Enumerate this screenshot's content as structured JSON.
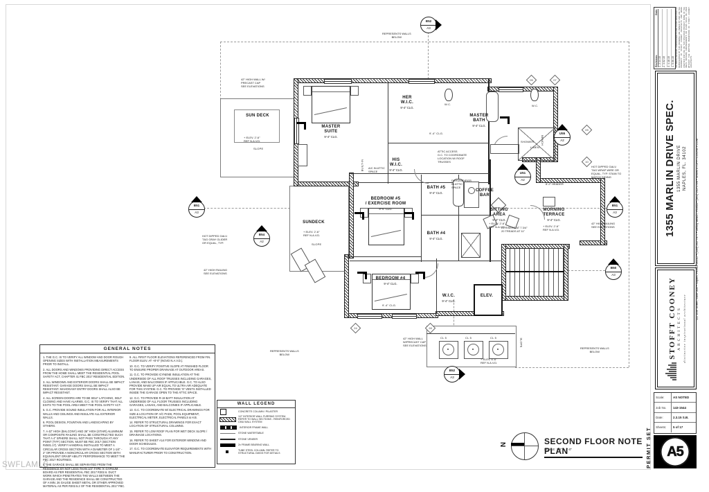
{
  "watermark": "SWFLAMLS",
  "plan": {
    "title": "SECOND FLOOR NOTE PLAN",
    "scale": "SCALE: 1/4\" = 1'-0\"",
    "north": "N"
  },
  "rooms": [
    {
      "name": "SUN DECK"
    },
    {
      "name": "MASTER\nSUITE",
      "ceiling": "9'-4\" CLG."
    },
    {
      "name": "HER\nW.I.C.",
      "ceiling": "9'-4\" CLG."
    },
    {
      "name": "MASTER\nBATH",
      "ceiling": "9'-4\" CLG."
    },
    {
      "name": "HIS\nW.I.C.",
      "ceiling": "9'-4\" CLG."
    },
    {
      "name": "BATH #5",
      "ceiling": "9'-4\" CLG."
    },
    {
      "name": "BEDROOM #5\n/ EXERCISE ROOM",
      "ceiling": "9'-4\" CLG."
    },
    {
      "name": "COFFEE\nBAR"
    },
    {
      "name": "SITTING\nAREA",
      "ceiling": "9'-4\" CLG."
    },
    {
      "name": "MORNING\nTERRACE",
      "ceiling": "9'-4\" CLG."
    },
    {
      "name": "SUNDECK"
    },
    {
      "name": "BATH #4",
      "ceiling": "9'-4\" CLG."
    },
    {
      "name": "BEDROOM #4",
      "ceiling": "9'-4\" CLG."
    },
    {
      "name": "W.I.C.",
      "ceiling": "9'-4\" CLG."
    },
    {
      "name": "ELEV."
    }
  ],
  "labels": {
    "slope": "SLOPE",
    "col": "CL 5",
    "wc": "W.C.",
    "shower": "SHOWER",
    "bench": "BENCH",
    "linen": "LINEN",
    "clg": "9'-4\" CLG.",
    "builtin": "BUILT-IN"
  },
  "annotations": [
    "REPRESENTS WALLS\nBELOW",
    "REPRESENTS WALLS\nBELOW",
    "REPRESENTS WALLS\nBELOW",
    "42\" HIGH WALL W/\nPRECAST CAP\nSEE ELEVATIONS",
    "42\" HIGH WALL\nW/PRECAST CAP\nSEE ELEVATIONS",
    "42\" HIGH RAILING\nSEE ELEVATIONS",
    "42\" HIGH RAILING\nSEE ELEVATIONS",
    "HOT DIPPED GALV.\nT&G GRAY GLIDER\nOR EQUAL, TYP.",
    "HOT DIPPED GALV.\nT&G WRAP WIRE OR\nEQUAL, TYP. STAIN TO\nMATCH SIDING",
    "ATTIC ACCESS\nG.C. TO COORDINATE\nLOCATION W/ ROOF\nTRUSSES",
    "DEHUMIDIFIER\nIN ATTIC\nSPACE",
    "A/C IN ATTIC\nSPACE",
    "+ ELEV. 2'-6\"\nREF N.A.V.D.",
    "+ ELEV. 2'-6\"\nREF N.A.V.D.",
    "+ ELEV. 2'-6\"\nREF N.A.V.D.",
    "+ ELEV. 2'-6\"\nREF N.A.V.D.",
    "+ ELEV. 6'-6\"\nREF N.A.V.D.",
    "21 RISERS AT 7 3/4\"\n20 TREADS AT 11\"",
    "8'-2\" HEADER"
  ],
  "markers": [
    {
      "top": "B52",
      "bottom": "A3"
    },
    {
      "top": "B51",
      "bottom": "A3"
    },
    {
      "top": "B54",
      "bottom": "A2"
    },
    {
      "top": "U55",
      "bottom": "A2"
    },
    {
      "top": "U51",
      "bottom": "A2"
    },
    {
      "top": "B51",
      "bottom": "A3"
    },
    {
      "top": "B50",
      "bottom": "A3"
    },
    {
      "top": "B52",
      "bottom": "A3"
    }
  ],
  "bubbles": [
    "05",
    "07",
    "09",
    "10",
    "24",
    "28"
  ],
  "general_notes": {
    "title": "GENERAL NOTES",
    "left": [
      "1. THE G.C. IS TO VERIFY ALL WINDOW AND DOOR ROUGH OPENING SIZES WITH INSTALLATION MEASUREMENTS PRIOR TO INSTALL.",
      "2. ALL DOORS AND WINDOWS PROVIDING DIRECT ACCESS FROM THE HOME SHALL MEET THE RESIDENTIAL POOL SAFETY ACT, CHAPTER 41 FBC 2017 RESIDENTIAL EDITION.",
      "3. ALL WINDOWS AND EXTERIOR DOORS SHALL BE IMPACT RESISTANT. GARAGE DOORS SHALL BE IMPACT RESISTANT. MAHOGANY ENTRY DOORS SHALL ALSO BE IMPACT RESISTANT.",
      "4. ALL SCREEN DOORS ARE TO BE SELF LATCHING, SELF CLOSING AND HAVE ALARMS. G.C. IS TO VERIFY THAT ALL EXITS TO THE POOL AREA MEET THE POOL SAFETY ACT.",
      "5. G.C. PROVIDE SOUND INSULATION FOR ALL INTERIOR WALLS AND CEILINGS AND INSULATE ALL EXTERIOR WALLS.",
      "6. POOL DESIGN, FOUNTAIN AND LANDSCAPING BY OTHERS.",
      "7. A 42\" HIGH (BALCONY) AND 36\" HIGH (STAIR) ALUMINUM OR COMPOSITE RAILING SHALL BE CONSTRUCTED SUCH THAT A 4\" SPHERE SHALL NOT PASS THROUGH AT ANY POINT (TYP.) SECTION. MUST BE FBC 2017 (SECTION R4501.17). VERIFY HANDRAIL INSTALLED TO MEET A CIRCULAR CROSS SECTION WITH A DIAMETER OF 1-1/4\" - 2\" OR PROVIDE A NONCIRCULAR CROSS SECTION WITH EQUIVALENT GRASP ABILITY PERFORMANCE TO MEET THE FBC 2017 ROUTINES.",
      "8. THE GARAGE SHALL BE SEPARATED FROM THE RESIDENCE BY NOT LESS THAN 1/2\" TYPE 'X' GYPSUM BOARD AS PER RESIDENTIAL FBC 2017 R302.6. DUCT WORK WHICH PENETRATES THE WALLS BETWEEN THE GARAGE AND THE RESIDENCE SHALL BE CONSTRUCTED OF A MIN. 26 GAUGE SHEET METAL OR OTHER APPROVED MATERIAL AS PER R302.5.2 OF THE RESIDENTIAL 2017 FBC."
    ],
    "right": [
      "9. ALL FIRST FLOOR ELEVATIONS REFERENCED FROM FIN. FLOOR ELEV. AT +8'-0\" (NGVD N.A.V.D.).",
      "10. G.C. TO VERIFY POSITIVE SLOPE AT FINISHED FLOOR TO ENSURE PROPER DRAINAGE AT OUTDOOR AREAS.",
      "11. G.C. TO PROVIDE ICYNENE INSULATION AT THE UNDERSIDE OF ALL ROOF TRUSSES INCLUDING GARAGES, LANAIS, AND BALCONIES IF APPLICABLE. G.C. TO ALSO PROVIDE MAKE UP AIR EQUAL TO ULTRA AIR ADEQUATE FOR THIS SYSTEM. G.C. TO PROVIDE 'O' VENTS INSTALLED INSIDE THE GARAGE OPEN TO THE ATTIC SPACE.",
      "12. G.C. TO PROVIDE R-19 BATT INSULATION AT UNDERSIDE OF ALL FLOOR TRUSSES INCLUDING GARAGES, LANAIS, AND BALCONIES IF APPLICABLE.",
      "13. G.C. TO COORDINATE W/ ELECTRICAL DRAWINGS FOR SIZE & LOCATION OF A/C PADS, POOL EQUIPMENT, ELECTRICAL METER, ELECTRICAL PANELS & H.B.",
      "14. REFER TO STRUCTURAL DRAWINGS FOR EXACT LOCATION OF STRUCTURAL COLUMNS.",
      "15. REFER TO LOW ROOF PLAN FOR WET DECK SLOPE / DRAINAGE LOCATIONS.",
      "16. REFER TO SHEET A14 FOR EXTERIOR WINDOW AND DOOR SCHEDULES.",
      "17. G.C. TO COORDINATE ELEVATOR REQUIREMENTS WITH MANUFACTURER PRIOR TO CONSTRUCTION."
    ]
  },
  "wall_legend": {
    "title": "WALL LEGEND",
    "items": [
      {
        "symbol": "concrete-column",
        "label": "CONCRETE COLUMN / PILASTER"
      },
      {
        "symbol": "cmu-wall",
        "label": "1/2\" INTERIOR WALL FURRING SYSTEM. REFER TO WALL SECTIONS - REINFORCED CMU WALL SYSTEM"
      },
      {
        "symbol": "frame-wall",
        "label": "INTERIOR FRAME WALL"
      },
      {
        "symbol": "stone-watertable",
        "label": "STONE WATERTABLE"
      },
      {
        "symbol": "stone-veneer",
        "label": "STONE VENEER"
      },
      {
        "symbol": "bearing-wall",
        "label": "2x FRAME BEARING WALL"
      },
      {
        "symbol": "tube-steel",
        "label": "TUBE STEEL COLUMN. REFER TO STRUCTURAL DWGS FOR DETAILS"
      }
    ]
  },
  "title_block": {
    "revisions_label": "Revisions:",
    "date_label": "Date:",
    "revisions": [
      "1.  2.14.15",
      "2.  3.02.15",
      "3.  4.18.15",
      "4.  5.06.15"
    ],
    "copyright": "ALL IDEAS, DESIGNS, ARRANGEMENTS AND PLANS INDICATED OR REPRESENTED BY THIS DRAWING ARE OWNED BY AND ARE THE PROPERTY OF STOFFT COONEY ARCHITECTS AND WERE CREATED FOR USE ON THIS SPECIFIED PROJECT. NONE OF THE IDEAS, DESIGNS, ARRANGEMENTS OR PLANS SHALL BE USED WITHOUT THE WRITTEN PERMISSION OF STOFFT COONEY ARCHITECTS.",
    "project_title": "1355 MARLIN DRIVE SPEC.",
    "project_address1": "1355 MARLIN DRIVE",
    "project_address2": "NAPLES, FL. 34102",
    "contact_line": "111 10th Street, Suite 308   •   Naples, Florida 34102   •   (239) 262 7677   •   Delray Beach, Florida   •   (561) 243 0799   •   WWW.STOFFTCOONEY.COM",
    "firm_name": "STOFFT COONEY",
    "firm_type": "ARCHITECTS",
    "firm_tagline": "distinctive  inspirational  architecture",
    "license": "LICENSE # AA 26000783",
    "permit_set": "PERMIT SET",
    "sheet_number": "A5",
    "info": [
      {
        "label": "Scale:",
        "value": "AS NOTED"
      },
      {
        "label": "Job No.",
        "value": "143-1544"
      },
      {
        "label": "Date:",
        "value": "2.3.15   S.B."
      },
      {
        "label": "Sheets:",
        "value": "5 of 17"
      }
    ]
  }
}
